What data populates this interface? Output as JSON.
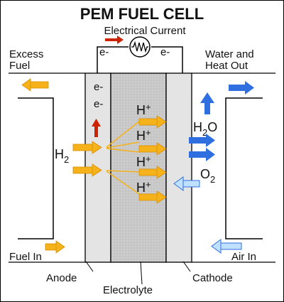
{
  "diagram": {
    "title": "PEM FUEL CELL",
    "current_label": "Electrical Current",
    "electron": "e-",
    "proton": "H",
    "proton_charge": "+",
    "hydrogen": "H",
    "hydrogen_sub": "2",
    "oxygen": "O",
    "oxygen_sub": "2",
    "water_h": "H",
    "water_sub": "2",
    "water_o": "O",
    "excess_fuel_1": "Excess",
    "excess_fuel_2": "Fuel",
    "water_heat_1": "Water and",
    "water_heat_2": "Heat Out",
    "fuel_in": "Fuel In",
    "air_in": "Air In",
    "anode": "Anode",
    "electrolyte": "Electrolyte",
    "cathode": "Cathode",
    "colors": {
      "fuel_arrow": "#f5b21a",
      "fuel_arrow_edge": "#d98e00",
      "oxygen_arrow": "#2f6fe0",
      "air_arrow": "#bfe0ff",
      "electron_arrow": "#cc2200",
      "anode_fill": "#e4e4e4",
      "electrolyte_fill": "#c6c6c6",
      "cathode_fill": "#e4e4e4",
      "frame": "#000000"
    }
  }
}
